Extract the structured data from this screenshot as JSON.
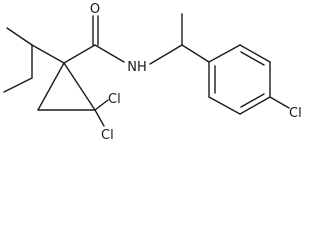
{
  "molecule": {
    "atoms": {
      "oxygen": "O",
      "nitrogen_h": "NH",
      "chlorine_a": "Cl",
      "chlorine_b": "Cl",
      "chlorine_aryl": "Cl"
    }
  }
}
